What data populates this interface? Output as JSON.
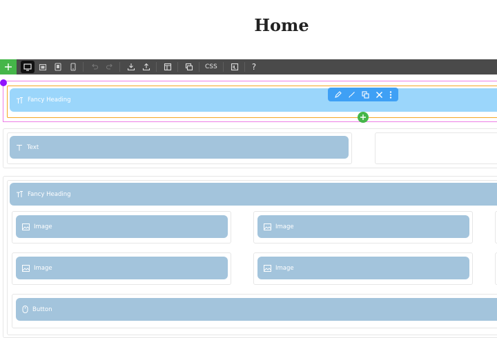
{
  "page": {
    "title": "Home"
  },
  "toolbar": {
    "items": [
      {
        "name": "add-element-button",
        "icon": "plus-icon"
      },
      {
        "name": "desktop-view-button",
        "icon": "desktop-icon",
        "active": true
      },
      {
        "name": "laptop-view-button",
        "icon": "laptop-icon"
      },
      {
        "name": "tablet-view-button",
        "icon": "tablet-icon"
      },
      {
        "name": "mobile-view-button",
        "icon": "mobile-icon"
      },
      {
        "name": "undo-button",
        "icon": "undo-icon"
      },
      {
        "name": "redo-button",
        "icon": "redo-icon"
      },
      {
        "name": "import-button",
        "icon": "download-icon"
      },
      {
        "name": "export-button",
        "icon": "upload-icon"
      },
      {
        "name": "layout-button",
        "icon": "layout-icon"
      },
      {
        "name": "templates-button",
        "icon": "copy-icon"
      },
      {
        "name": "css-button"
      },
      {
        "name": "code-button",
        "icon": "code-icon"
      },
      {
        "name": "help-button"
      }
    ],
    "css_label": "CSS",
    "help_label": "?"
  },
  "blocks": {
    "fancy_heading_1": "Fancy Heading",
    "text": "Text",
    "fancy_heading_2": "Fancy Heading",
    "image_1": "Image",
    "image_2": "Image",
    "image_3": "Image",
    "image_4": "Image",
    "button": "Button"
  },
  "floating_toolbar": {
    "icons": [
      "edit-icon",
      "brush-icon",
      "duplicate-icon",
      "close-icon",
      "more-vertical-icon"
    ]
  },
  "colors": {
    "toolbar_bg": "#4a4a4a",
    "accent_green": "#45b649",
    "block_bg": "#a3c4dc",
    "selected_block_bg": "#9bd6fb",
    "float_toolbar_bg": "#3fa0f5",
    "selection_pink": "#ec7ee6",
    "selection_orange": "#f5a623",
    "selection_purple": "#9013fe"
  }
}
